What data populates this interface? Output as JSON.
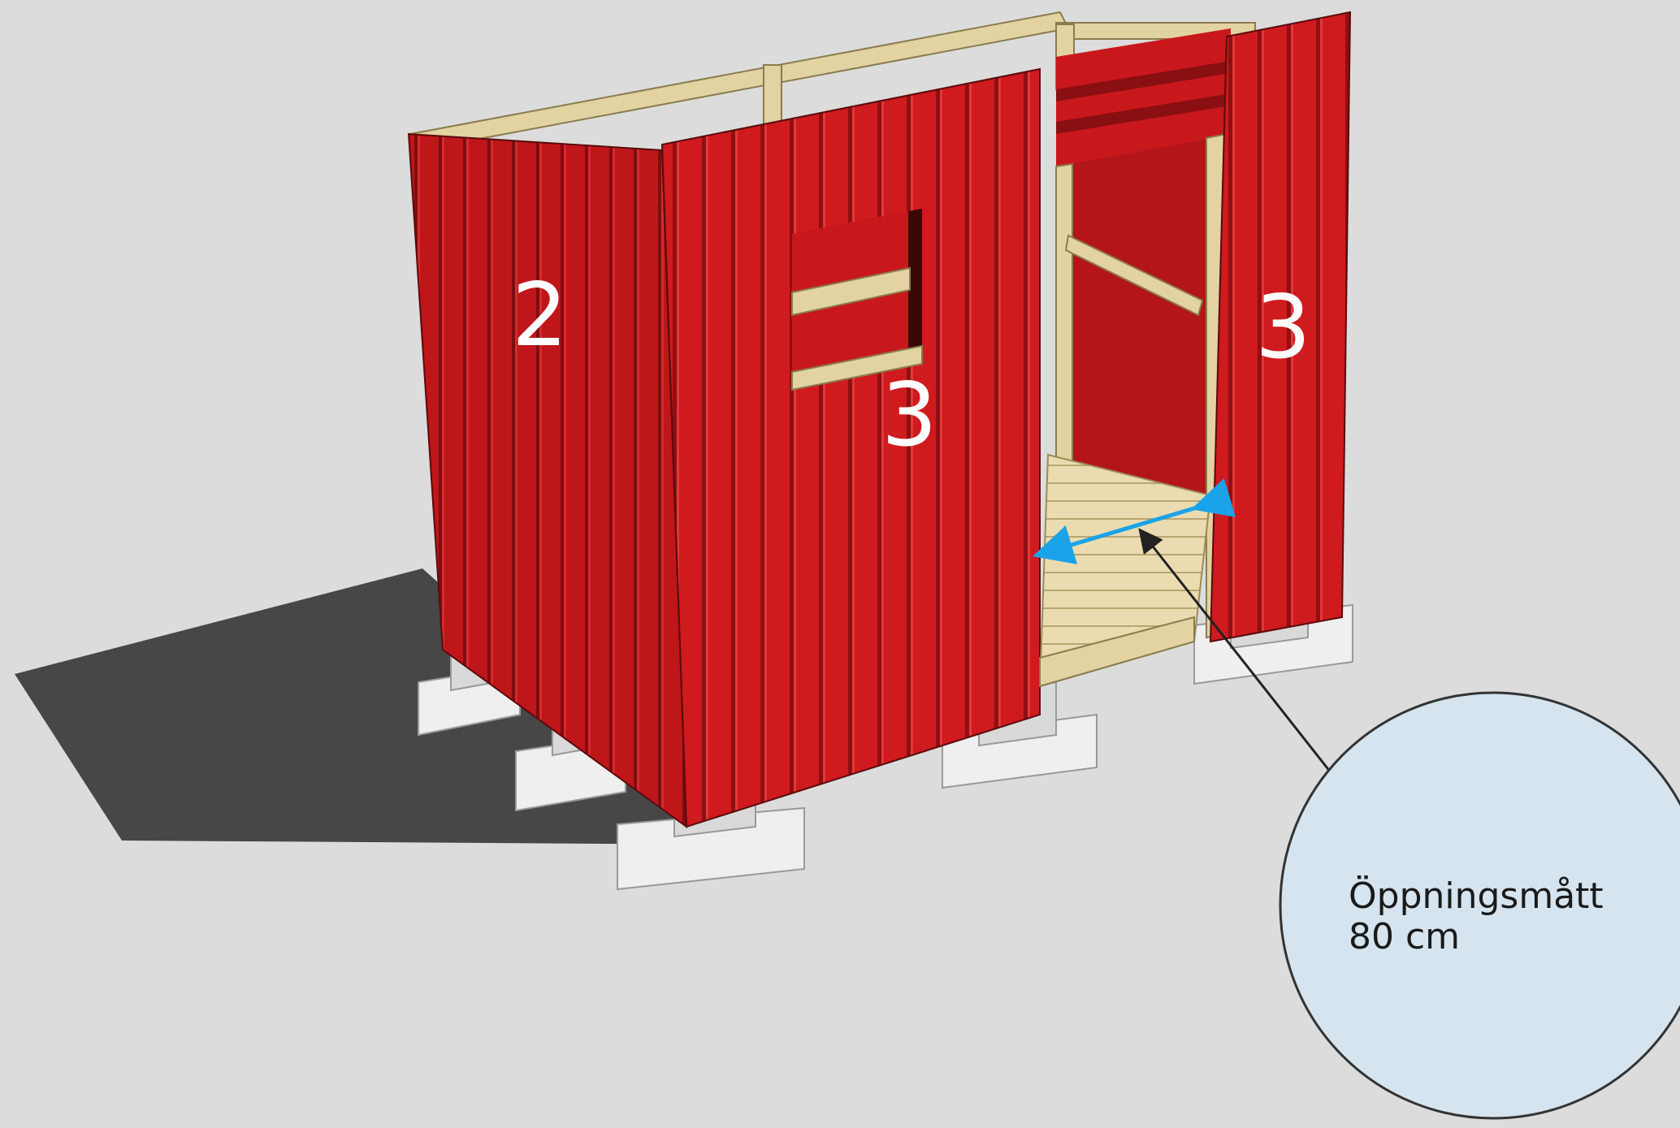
{
  "labels": {
    "left_wall_number": "2",
    "front_wall_number": "3",
    "right_wall_number": "3"
  },
  "callout": {
    "line1": "Öppningsmått",
    "line2": "80 cm"
  },
  "colors": {
    "background": "#dcdcdc",
    "wall_red": "#c8181c",
    "wall_red_dark": "#8a0f12",
    "timber": "#e3d3a3",
    "concrete": "#ececec",
    "shadow": "#474747",
    "callout_fill": "#d5e4ee",
    "dimension_arrow": "#1aa3e8"
  }
}
